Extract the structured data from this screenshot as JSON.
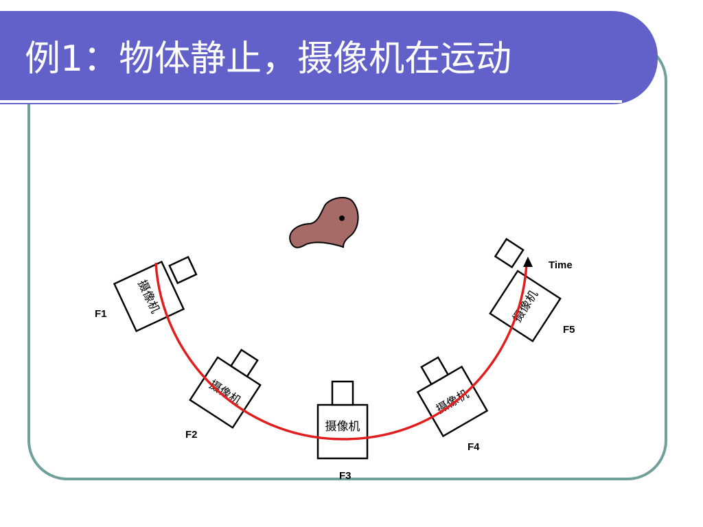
{
  "slide": {
    "title": "例1：物体静止，摄像机在运动"
  },
  "diagram": {
    "camera_text": "摄像机",
    "time_label": "Time",
    "frames": [
      {
        "id": "F1",
        "label": "F1"
      },
      {
        "id": "F2",
        "label": "F2"
      },
      {
        "id": "F3",
        "label": "F3"
      },
      {
        "id": "F4",
        "label": "F4"
      },
      {
        "id": "F5",
        "label": "F5"
      }
    ]
  },
  "colors": {
    "title_band": "#6161c9",
    "frame_border": "#6fa09a",
    "trajectory": "#e11d1d",
    "object_fill": "#a66a67"
  }
}
